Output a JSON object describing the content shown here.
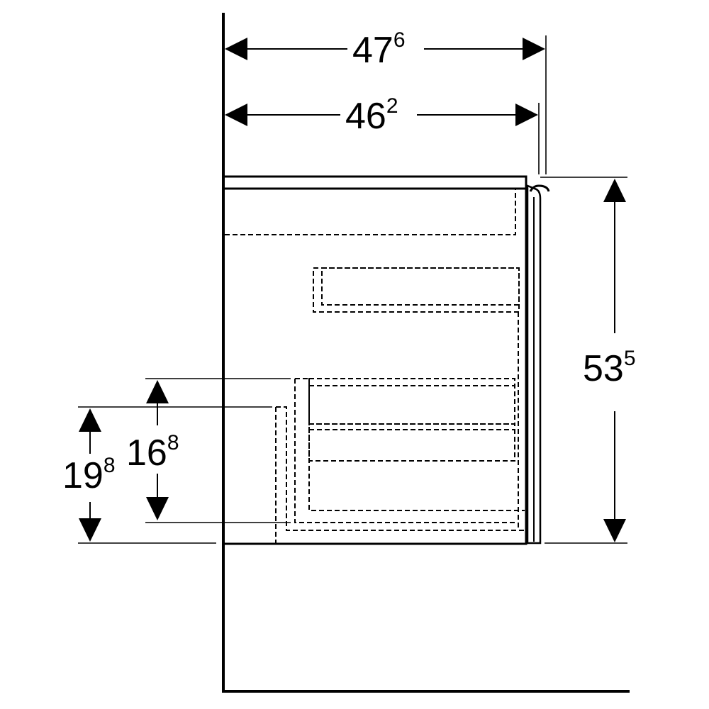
{
  "dimensions": {
    "overall_depth": {
      "main": "47",
      "sup": "6"
    },
    "body_depth": {
      "main": "46",
      "sup": "2"
    },
    "height": {
      "main": "53",
      "sup": "5"
    },
    "inner_height": {
      "main": "16",
      "sup": "8"
    },
    "outer_height": {
      "main": "19",
      "sup": "8"
    }
  },
  "colors": {
    "line": "#000000",
    "background": "#ffffff"
  }
}
